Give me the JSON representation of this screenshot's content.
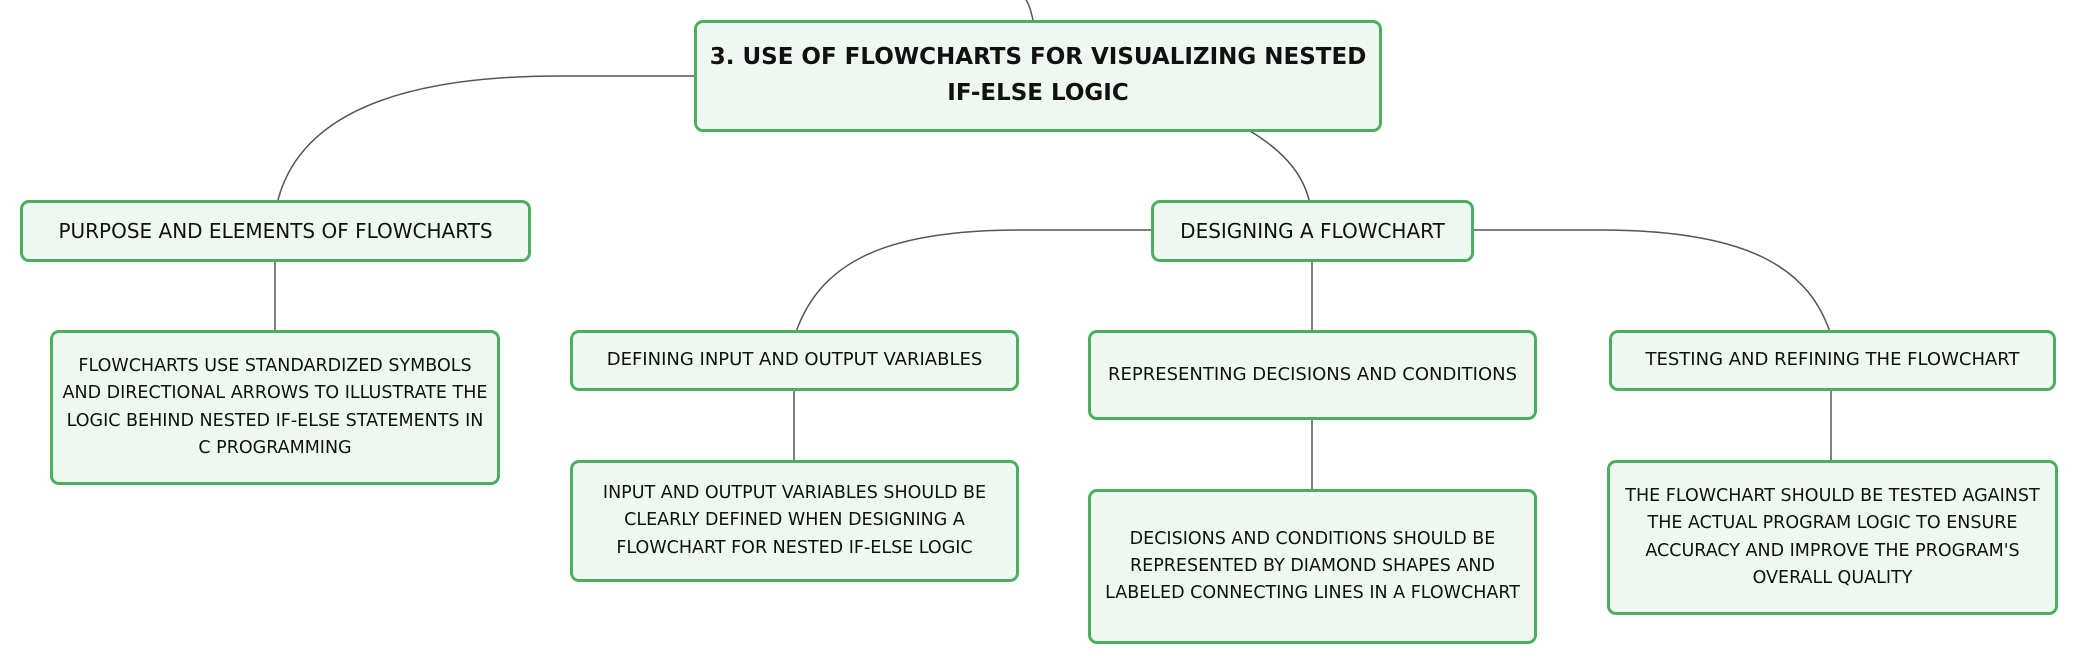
{
  "root": {
    "title": "3. USE OF FLOWCHARTS FOR VISUALIZING NESTED IF-ELSE LOGIC"
  },
  "purpose": {
    "title": "PURPOSE AND ELEMENTS OF FLOWCHARTS",
    "detail": "FLOWCHARTS USE STANDARDIZED SYMBOLS AND DIRECTIONAL ARROWS TO ILLUSTRATE THE LOGIC BEHIND NESTED IF-ELSE STATEMENTS IN C PROGRAMMING"
  },
  "designing": {
    "title": "DESIGNING A FLOWCHART",
    "children": [
      {
        "title": "DEFINING INPUT AND OUTPUT VARIABLES",
        "detail": "INPUT AND OUTPUT VARIABLES SHOULD BE CLEARLY DEFINED WHEN DESIGNING A FLOWCHART FOR NESTED IF-ELSE LOGIC"
      },
      {
        "title": "REPRESENTING DECISIONS AND CONDITIONS",
        "detail": "DECISIONS AND CONDITIONS SHOULD BE REPRESENTED BY DIAMOND SHAPES AND LABELED CONNECTING LINES IN A FLOWCHART"
      },
      {
        "title": "TESTING AND REFINING THE FLOWCHART",
        "detail": "THE FLOWCHART SHOULD BE TESTED AGAINST THE ACTUAL PROGRAM LOGIC TO ENSURE ACCURACY AND IMPROVE THE PROGRAM'S OVERALL QUALITY"
      }
    ]
  },
  "colors": {
    "border": "#4caf5f",
    "fill": "#eef8f1",
    "connector": "#555555"
  }
}
